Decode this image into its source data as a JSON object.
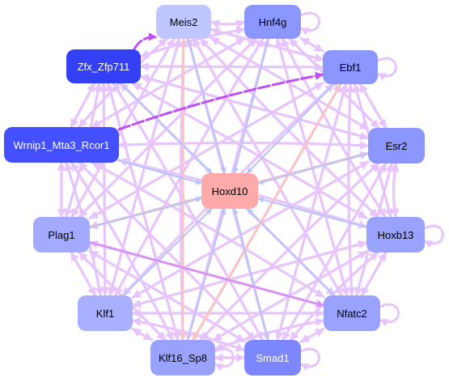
{
  "network": {
    "center": "Hoxd10",
    "nodes": [
      {
        "id": "Hoxd10",
        "label": "Hoxd10",
        "color": "#ffaaaa",
        "text": "#000000"
      },
      {
        "id": "Meis2",
        "label": "Meis2",
        "color": "#c0c6ff",
        "text": "#000000"
      },
      {
        "id": "Hnf4g",
        "label": "Hnf4g",
        "color": "#8c96ff",
        "text": "#000000"
      },
      {
        "id": "Ebf1",
        "label": "Ebf1",
        "color": "#8c96ff",
        "text": "#000000"
      },
      {
        "id": "Esr2",
        "label": "Esr2",
        "color": "#8c96ff",
        "text": "#000000"
      },
      {
        "id": "Hoxb13",
        "label": "Hoxb13",
        "color": "#9aa2ff",
        "text": "#000000"
      },
      {
        "id": "Nfatc2",
        "label": "Nfatc2",
        "color": "#9aa2ff",
        "text": "#000000"
      },
      {
        "id": "Smad1",
        "label": "Smad1",
        "color": "#7b86ff",
        "text": "#ffffff"
      },
      {
        "id": "Klf16_Sp8",
        "label": "Klf16_Sp8",
        "color": "#9aa2ff",
        "text": "#000000"
      },
      {
        "id": "Klf1",
        "label": "Klf1",
        "color": "#a9b0ff",
        "text": "#000000"
      },
      {
        "id": "Plag1",
        "label": "Plag1",
        "color": "#a3aaff",
        "text": "#000000"
      },
      {
        "id": "Wrnip1_Mta3_Rcor1",
        "label": "Wrnip1_Mta3_Rcor1",
        "color": "#4450ff",
        "text": "#ffffff"
      },
      {
        "id": "Zfx_Zfp711",
        "label": "Zfx_Zfp711",
        "color": "#3340f5",
        "text": "#ffffff"
      }
    ],
    "edge_colors": {
      "default": "#e7c4fb",
      "to_center": "#b9c4f7",
      "peach": "#ffc4b5",
      "strong": "#c04ef0",
      "medium": "#d890f2"
    },
    "self_loops": [
      "Hnf4g",
      "Ebf1",
      "Hoxb13",
      "Nfatc2",
      "Smad1",
      "Klf16_Sp8"
    ],
    "edges": [
      [
        "Meis2",
        "Hnf4g"
      ],
      [
        "Meis2",
        "Ebf1"
      ],
      [
        "Meis2",
        "Esr2"
      ],
      [
        "Meis2",
        "Hoxb13"
      ],
      [
        "Meis2",
        "Nfatc2"
      ],
      [
        "Meis2",
        "Smad1"
      ],
      [
        "Meis2",
        "Klf16_Sp8"
      ],
      [
        "Meis2",
        "Klf1"
      ],
      [
        "Meis2",
        "Plag1"
      ],
      [
        "Meis2",
        "Wrnip1_Mta3_Rcor1"
      ],
      [
        "Hnf4g",
        "Ebf1"
      ],
      [
        "Hnf4g",
        "Esr2"
      ],
      [
        "Hnf4g",
        "Hoxb13"
      ],
      [
        "Hnf4g",
        "Nfatc2"
      ],
      [
        "Hnf4g",
        "Klf16_Sp8"
      ],
      [
        "Hnf4g",
        "Klf1"
      ],
      [
        "Hnf4g",
        "Plag1"
      ],
      [
        "Hnf4g",
        "Wrnip1_Mta3_Rcor1"
      ],
      [
        "Hnf4g",
        "Zfx_Zfp711"
      ],
      [
        "Ebf1",
        "Esr2"
      ],
      [
        "Ebf1",
        "Hoxb13"
      ],
      [
        "Ebf1",
        "Nfatc2"
      ],
      [
        "Ebf1",
        "Smad1"
      ],
      [
        "Ebf1",
        "Klf16_Sp8"
      ],
      [
        "Ebf1",
        "Klf1"
      ],
      [
        "Ebf1",
        "Plag1"
      ],
      [
        "Ebf1",
        "Zfx_Zfp711"
      ],
      [
        "Esr2",
        "Hoxb13"
      ],
      [
        "Esr2",
        "Nfatc2"
      ],
      [
        "Esr2",
        "Smad1"
      ],
      [
        "Esr2",
        "Klf16_Sp8"
      ],
      [
        "Esr2",
        "Klf1"
      ],
      [
        "Esr2",
        "Plag1"
      ],
      [
        "Esr2",
        "Wrnip1_Mta3_Rcor1"
      ],
      [
        "Esr2",
        "Zfx_Zfp711"
      ],
      [
        "Hoxb13",
        "Nfatc2"
      ],
      [
        "Hoxb13",
        "Smad1"
      ],
      [
        "Hoxb13",
        "Klf16_Sp8"
      ],
      [
        "Hoxb13",
        "Klf1"
      ],
      [
        "Hoxb13",
        "Wrnip1_Mta3_Rcor1"
      ],
      [
        "Hoxb13",
        "Zfx_Zfp711"
      ],
      [
        "Nfatc2",
        "Smad1"
      ],
      [
        "Nfatc2",
        "Klf16_Sp8"
      ],
      [
        "Nfatc2",
        "Klf1"
      ],
      [
        "Nfatc2",
        "Plag1"
      ],
      [
        "Nfatc2",
        "Wrnip1_Mta3_Rcor1"
      ],
      [
        "Nfatc2",
        "Zfx_Zfp711"
      ],
      [
        "Smad1",
        "Klf16_Sp8"
      ],
      [
        "Smad1",
        "Klf1"
      ],
      [
        "Smad1",
        "Plag1"
      ],
      [
        "Smad1",
        "Wrnip1_Mta3_Rcor1"
      ],
      [
        "Smad1",
        "Zfx_Zfp711"
      ],
      [
        "Klf16_Sp8",
        "Klf1"
      ],
      [
        "Klf16_Sp8",
        "Plag1"
      ],
      [
        "Klf16_Sp8",
        "Wrnip1_Mta3_Rcor1"
      ],
      [
        "Klf16_Sp8",
        "Zfx_Zfp711"
      ],
      [
        "Klf1",
        "Plag1"
      ],
      [
        "Klf1",
        "Wrnip1_Mta3_Rcor1"
      ],
      [
        "Klf1",
        "Zfx_Zfp711"
      ],
      [
        "Plag1",
        "Wrnip1_Mta3_Rcor1"
      ],
      [
        "Plag1",
        "Zfx_Zfp711"
      ],
      [
        "Wrnip1_Mta3_Rcor1",
        "Zfx_Zfp711"
      ]
    ],
    "peach_edges": [
      [
        "Ebf1",
        "Klf16_Sp8"
      ],
      [
        "Meis2",
        "Klf16_Sp8"
      ],
      [
        "Esr2",
        "Plag1"
      ]
    ],
    "medium_edges": [
      [
        "Plag1",
        "Nfatc2"
      ]
    ],
    "strong_edges": [
      [
        "Wrnip1_Mta3_Rcor1",
        "Ebf1"
      ],
      [
        "Zfx_Zfp711",
        "Meis2"
      ]
    ]
  }
}
